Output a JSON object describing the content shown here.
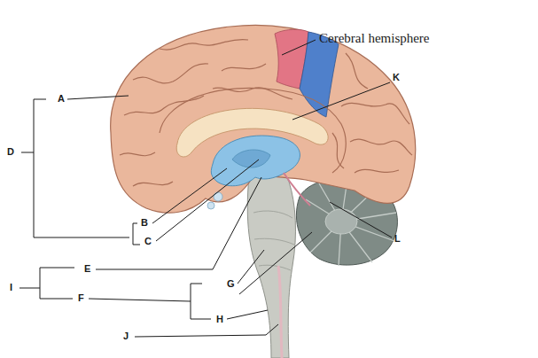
{
  "diagram": {
    "labels": [
      "Cerebral hemisphere",
      "A",
      "K",
      "D",
      "B",
      "C",
      "L",
      "E",
      "I",
      "F",
      "G",
      "H",
      "J"
    ]
  }
}
